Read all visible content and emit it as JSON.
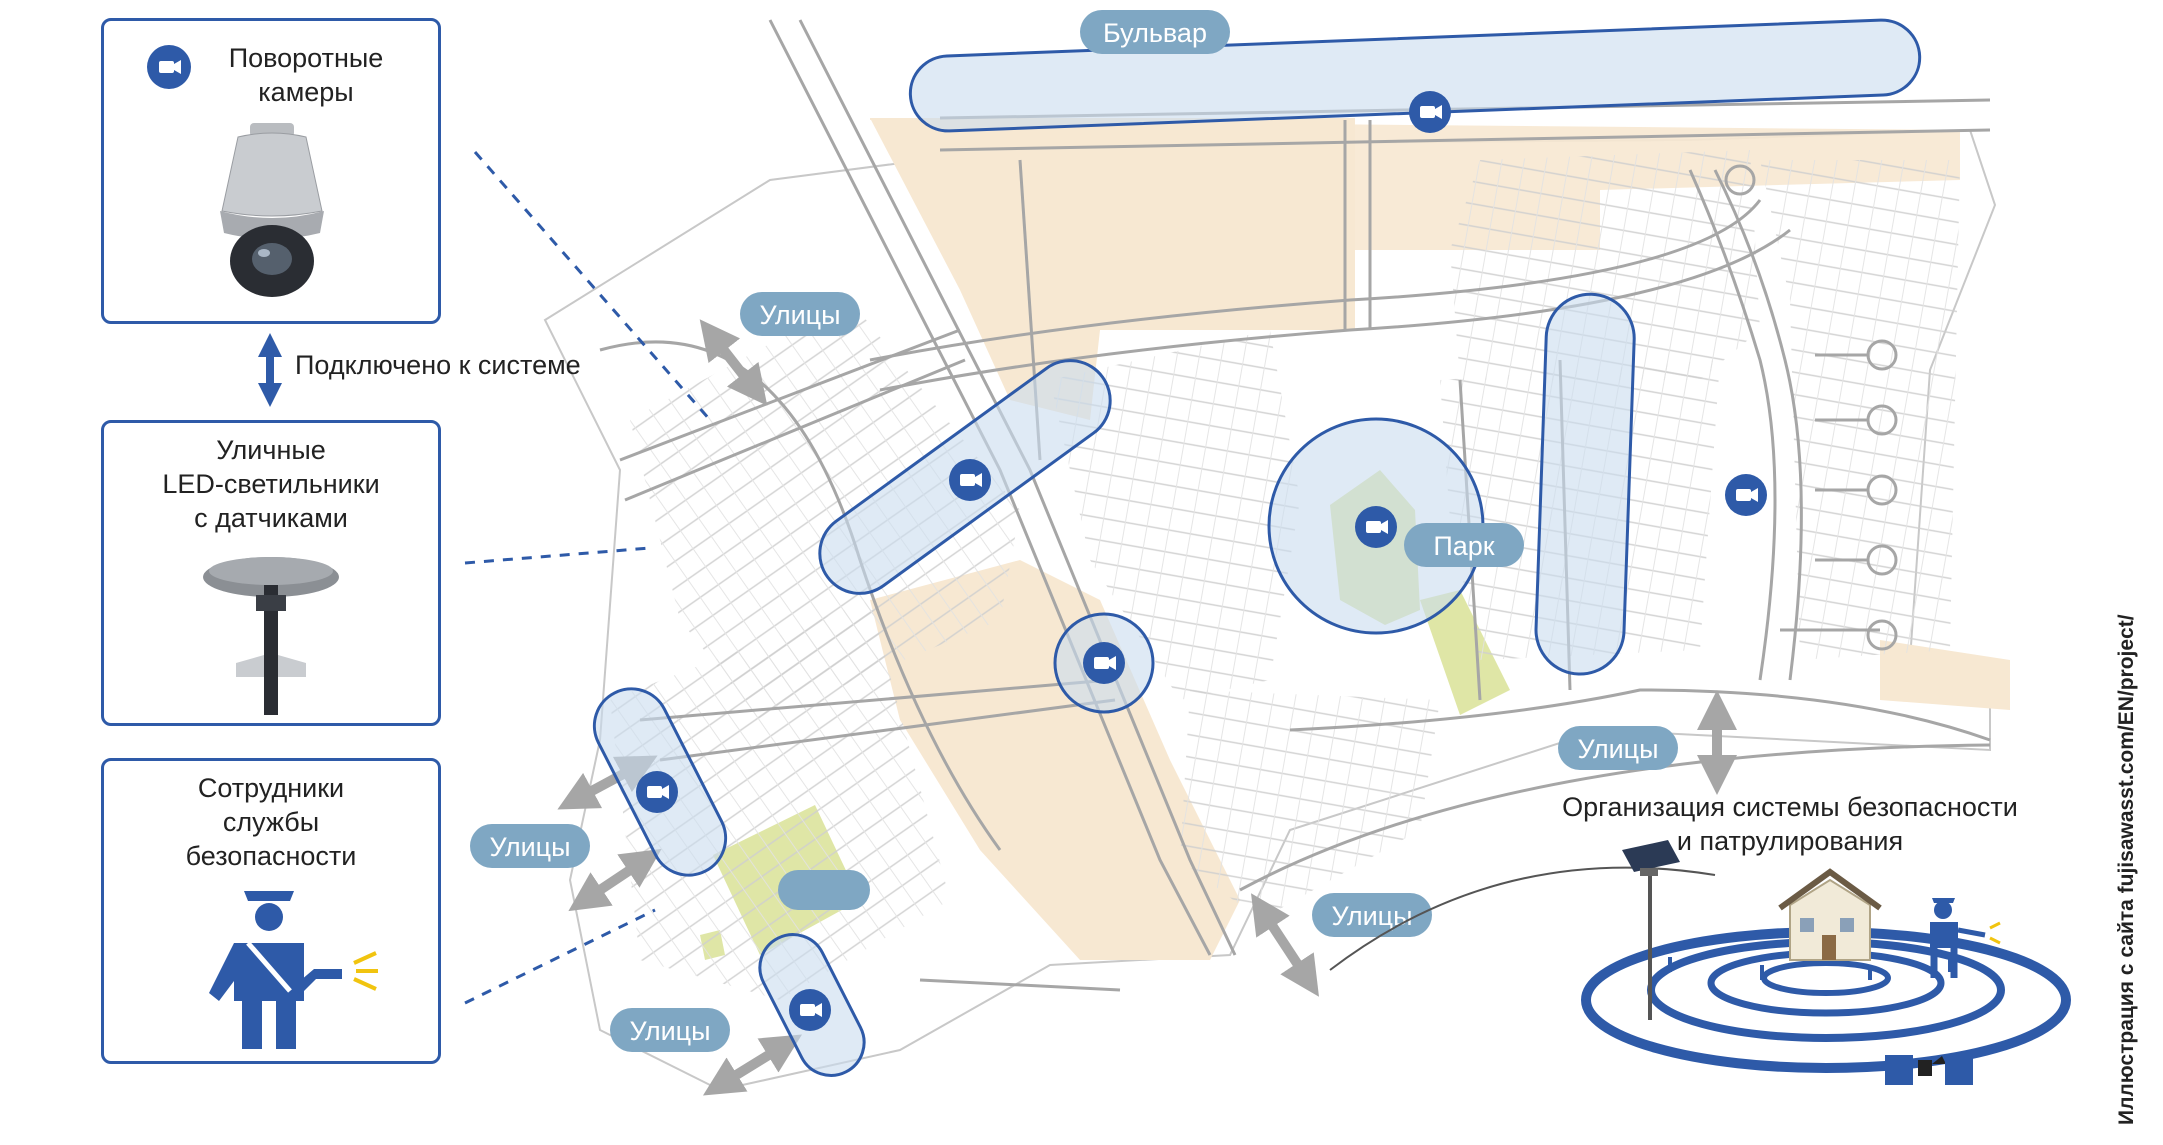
{
  "cards": {
    "cameras": {
      "title": "Поворотные\nкамеры",
      "icon": "camera-icon"
    },
    "lights": {
      "title": "Уличные\nLED-светильники\nс датчиками"
    },
    "guards": {
      "title": "Сотрудники\nслужбы\nбезопасности"
    }
  },
  "connected_label": "Подключено к системе",
  "zones": {
    "boulevard": "Бульвар",
    "park": "Парк",
    "streets": "Улицы",
    "blank": ""
  },
  "org": {
    "title": "Организация системы безопасности\nи патрулирования"
  },
  "credit": "Иллюстрация с сайта fujisawasst.com/EN/project/",
  "colors": {
    "primary_blue": "#2e5aa8",
    "zone_fill": "#c9dcef",
    "label_pill": "#7fa7c3",
    "road_line": "#a6a6a6",
    "beige": "#f7e8d2",
    "green": "#dfe6a6",
    "guard_yellow": "#f1c40f"
  }
}
